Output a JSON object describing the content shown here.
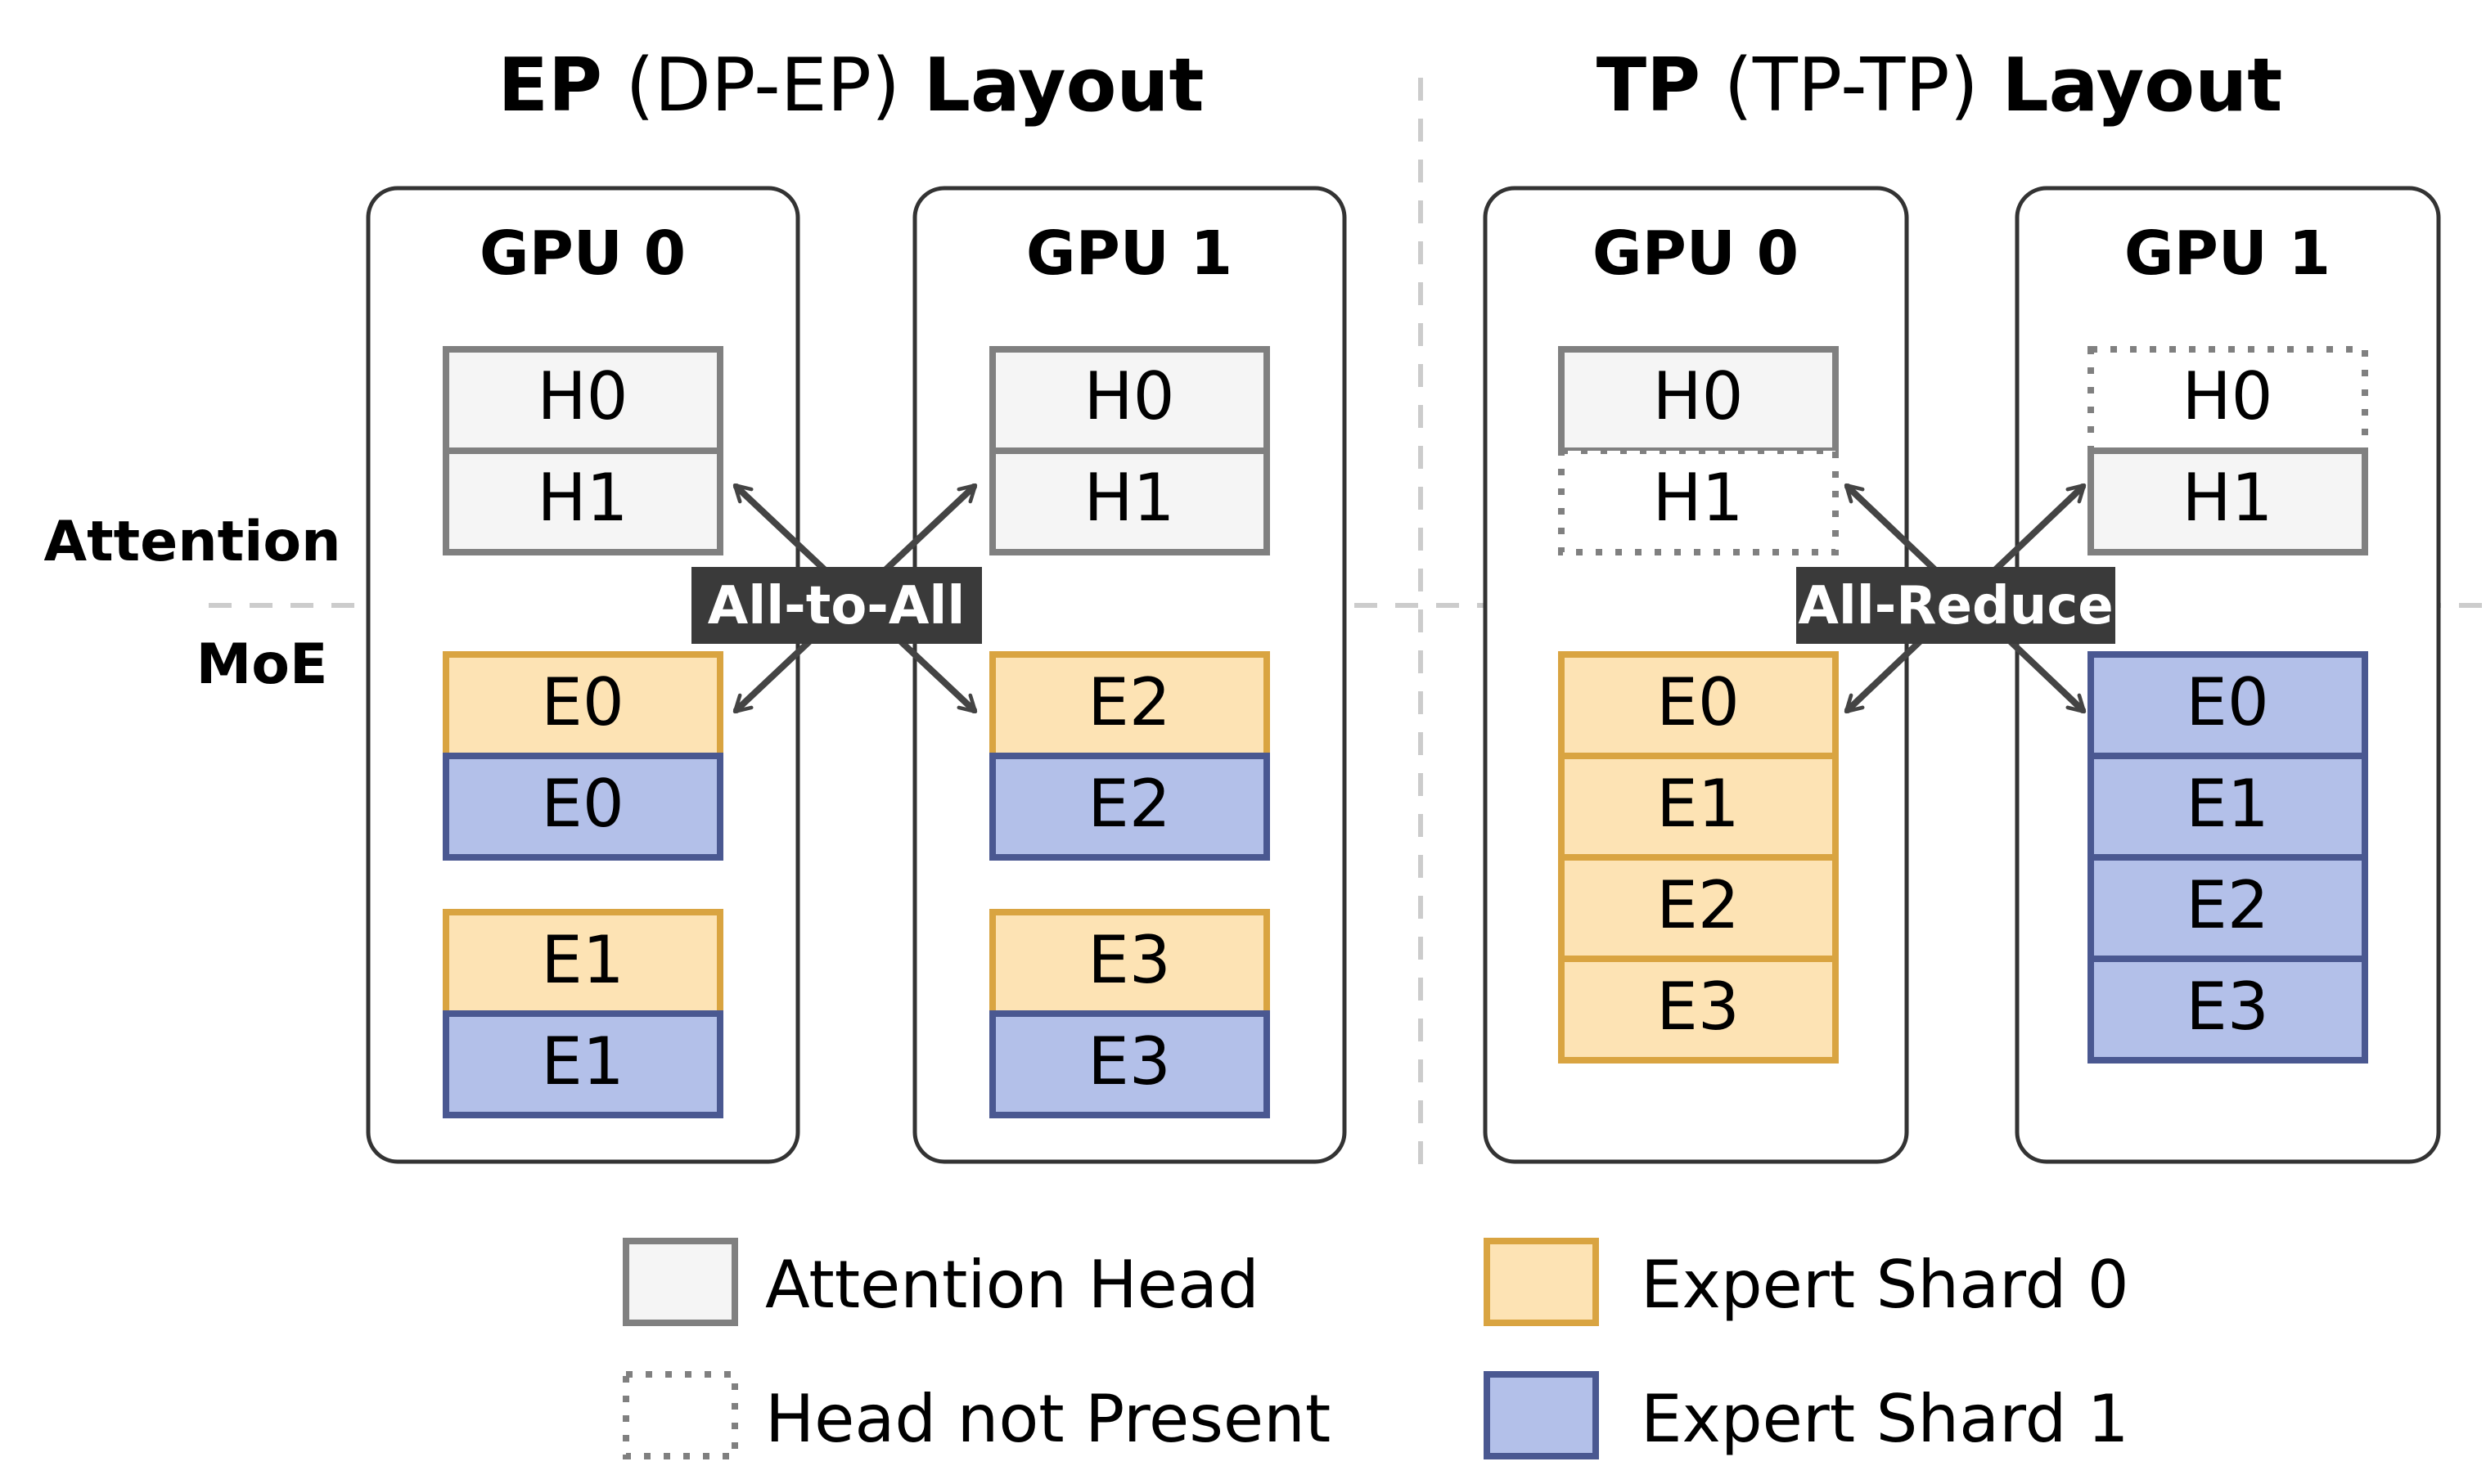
{
  "titles": {
    "ep": {
      "bold_prefix": "EP",
      "paren": " (DP-EP) ",
      "bold_suffix": "Layout"
    },
    "tp": {
      "bold_prefix": "TP",
      "paren": " (TP-TP) ",
      "bold_suffix": "Layout"
    }
  },
  "row_labels": {
    "attention": "Attention",
    "moe": "MoE"
  },
  "gpus": {
    "ep_gpu0": "GPU 0",
    "ep_gpu1": "GPU 1",
    "tp_gpu0": "GPU 0",
    "tp_gpu1": "GPU 1"
  },
  "blocks": {
    "ep_gpu0": {
      "heads": [
        "H0",
        "H1"
      ],
      "expert_pairs": [
        [
          "E0",
          "E0"
        ],
        [
          "E1",
          "E1"
        ]
      ]
    },
    "ep_gpu1": {
      "heads": [
        "H0",
        "H1"
      ],
      "expert_pairs": [
        [
          "E2",
          "E2"
        ],
        [
          "E3",
          "E3"
        ]
      ]
    },
    "tp_gpu0": {
      "heads": [
        "H0",
        "H1"
      ],
      "heads_present": [
        true,
        false
      ],
      "experts": [
        "E0",
        "E1",
        "E2",
        "E3"
      ]
    },
    "tp_gpu1": {
      "heads": [
        "H0",
        "H1"
      ],
      "heads_present": [
        false,
        true
      ],
      "experts": [
        "E0",
        "E1",
        "E2",
        "E3"
      ]
    }
  },
  "communication": {
    "ep": "All-to-All",
    "tp": "All-Reduce"
  },
  "legend": {
    "attention_head": "Attention Head",
    "head_not_present": "Head not Present",
    "expert_shard_0": "Expert Shard 0",
    "expert_shard_1": "Expert Shard 1"
  },
  "colors": {
    "head_fill": "#f5f5f5",
    "head_stroke": "#808080",
    "shard0_fill": "#fde3b4",
    "shard0_stroke": "#d9a441",
    "shard1_fill": "#b3c0e9",
    "shard1_stroke": "#4a5891",
    "gpu_stroke": "#333333",
    "divider": "#cccccc",
    "arrow": "#444444",
    "comm_label_bg": "#3a3a3a",
    "comm_label_text": "#ffffff"
  }
}
